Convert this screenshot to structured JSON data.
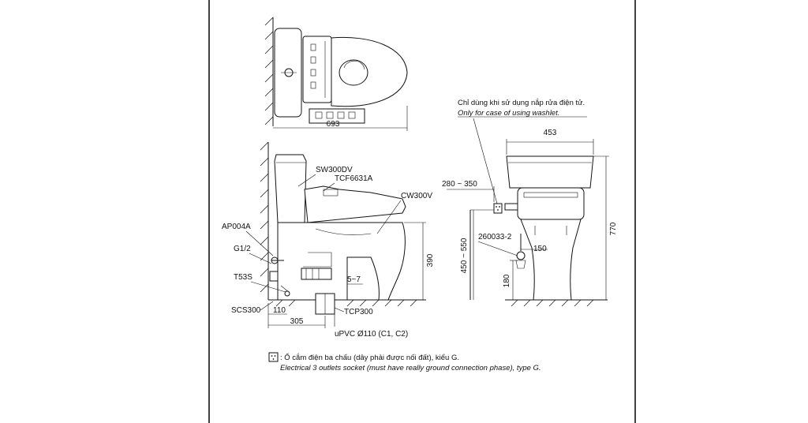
{
  "top_view": {
    "dim_width": "693"
  },
  "side_view": {
    "labels": {
      "sw300dv": "SW300DV",
      "tcf6631a": "TCF6631A",
      "cw300v": "CW300V",
      "ap004a": "AP004A",
      "g12": "G1/2",
      "t53s": "T53S",
      "scs300": "SCS300",
      "tcp300": "TCP300",
      "upvc": "uPVC Ø110 (C1, C2)"
    },
    "dims": {
      "d390": "390",
      "d5_7": "5~7",
      "d110": "110",
      "d305": "305"
    }
  },
  "front_view": {
    "note_vi": "Chỉ dùng khi sử dụng nắp rửa điện tử.",
    "note_en": "Only for case of using washlet.",
    "labels": {
      "p260033": "260033-2"
    },
    "dims": {
      "d453": "453",
      "d280_350": "280 ~ 350",
      "d450_550": "450 ~ 550",
      "d150": "150",
      "d180": "180",
      "d770": "770"
    }
  },
  "footer": {
    "socket_note_vi": ": Ổ cắm điện ba chấu (dây phải được nối đất), kiểu G.",
    "socket_note_en": "Electrical 3 outlets socket (must have really ground connection phase), type G."
  }
}
